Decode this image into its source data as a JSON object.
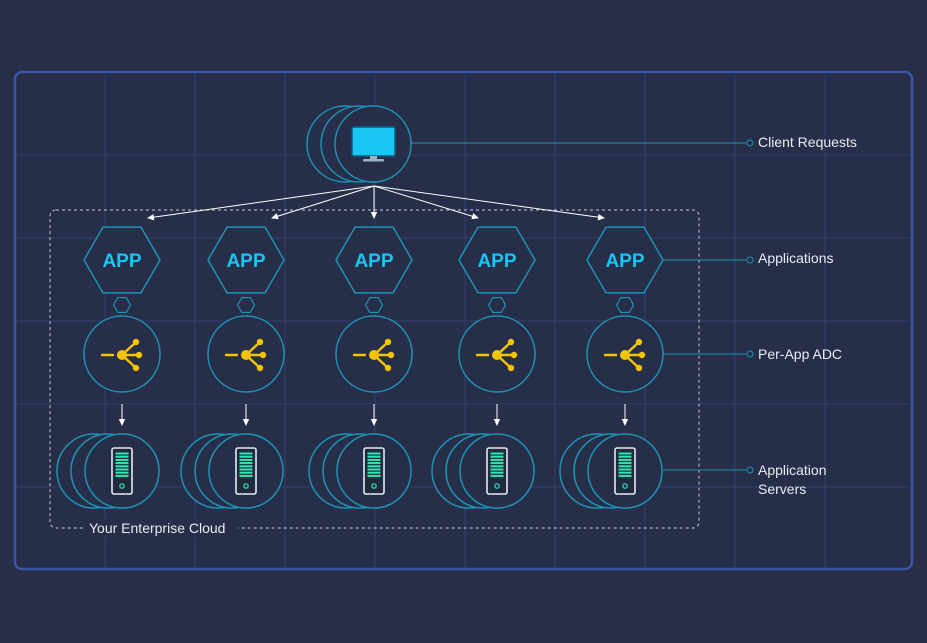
{
  "labels": {
    "client_requests": "Client Requests",
    "applications": "Applications",
    "per_app_adc": "Per-App ADC",
    "application_servers_line1": "Application",
    "application_servers_line2": "Servers",
    "enterprise_cloud": "Your Enterprise Cloud"
  },
  "app_label": "APP",
  "columns": [
    {
      "app": "APP"
    },
    {
      "app": "APP"
    },
    {
      "app": "APP"
    },
    {
      "app": "APP"
    },
    {
      "app": "APP"
    }
  ],
  "colors": {
    "background": "#282e47",
    "frame": "#3d55a6",
    "grid": "#33406a",
    "node_stroke": "#1e93b4",
    "app_text": "#14c8f5",
    "adc_icon": "#f5c400",
    "server_icon": "#2ee6b0",
    "monitor": "#18c7f4",
    "label_text": "#e9ecf4",
    "dashed": "#c9cedc"
  },
  "icons": {
    "client": "monitor-icon",
    "adc": "load-balancer-icon",
    "server": "server-icon"
  }
}
